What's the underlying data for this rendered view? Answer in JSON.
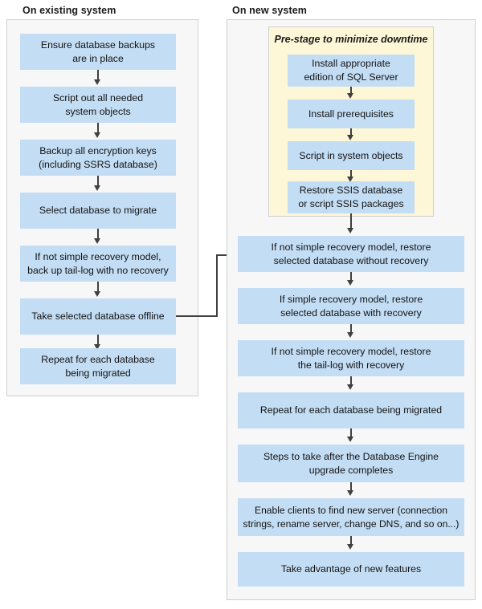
{
  "diagram": {
    "title_left": "On existing system",
    "title_right": "On new system",
    "colors": {
      "process_box": "#c3ddf4",
      "panel_background": "#f7f7f7",
      "panel_border": "#cfcfcf",
      "prestage_background": "#fdf7d7",
      "connector": "#404040",
      "text": "#131313"
    }
  },
  "existing_system": {
    "heading": "On existing system",
    "steps": [
      {
        "id": 1,
        "label": "Ensure database backups are in place"
      },
      {
        "id": 2,
        "label": "Script out all needed system objects"
      },
      {
        "id": 3,
        "label": "Backup all encryption keys (including SSRS database)"
      },
      {
        "id": 4,
        "label": "Select database to migrate"
      },
      {
        "id": 5,
        "label": "If not simple recovery model, back up tail-log with no recovery"
      },
      {
        "id": 6,
        "label": "Take selected database offline"
      },
      {
        "id": 7,
        "label": "Repeat for each database being migrated"
      }
    ],
    "step_lines": [
      [
        "Ensure database backups",
        "are in place"
      ],
      [
        "Script out all needed",
        "system objects"
      ],
      [
        "Backup all encryption keys",
        "(including SSRS database)"
      ],
      [
        "Select database to migrate"
      ],
      [
        "If not simple recovery model,",
        "back up tail-log with no recovery"
      ],
      [
        "Take selected database offline"
      ],
      [
        "Repeat for each database",
        "being migrated"
      ]
    ]
  },
  "new_system": {
    "heading": "On new system",
    "prestage": {
      "title": "Pre-stage to minimize downtime",
      "steps": [
        {
          "id": 1,
          "label": "Install appropriate edition of SQL Server"
        },
        {
          "id": 2,
          "label": "Install prerequisites"
        },
        {
          "id": 3,
          "label": "Script in system objects"
        },
        {
          "id": 4,
          "label": "Restore SSIS database or script SSIS packages"
        }
      ],
      "step_lines": [
        [
          "Install appropriate",
          "edition of SQL Server"
        ],
        [
          "Install prerequisites"
        ],
        [
          "Script in system objects"
        ],
        [
          "Restore SSIS database",
          "or script SSIS packages"
        ]
      ]
    },
    "steps": [
      {
        "id": 1,
        "label": "If not simple recovery model, restore selected database without recovery"
      },
      {
        "id": 2,
        "label": "If simple recovery model, restore selected database with recovery"
      },
      {
        "id": 3,
        "label": "If not simple recovery model, restore the tail-log with recovery"
      },
      {
        "id": 4,
        "label": "Repeat for each database being migrated"
      },
      {
        "id": 5,
        "label": "Steps to take after the Database Engine upgrade completes"
      },
      {
        "id": 6,
        "label": "Enable clients to find new server (connection strings, rename server, change DNS, and so on...)"
      },
      {
        "id": 7,
        "label": "Take advantage of new features"
      }
    ],
    "step_lines": [
      [
        "If not simple recovery model, restore",
        "selected database without recovery"
      ],
      [
        "If simple recovery model, restore",
        "selected database with recovery"
      ],
      [
        "If not simple recovery model, restore",
        "the tail-log with recovery"
      ],
      [
        "Repeat for each database being migrated"
      ],
      [
        "Steps to take after the Database Engine",
        "upgrade completes"
      ],
      [
        "Enable clients to find new server (connection",
        "strings, rename server, change DNS, and so on...)"
      ],
      [
        "Take advantage of new features"
      ]
    ]
  },
  "cross_connector": {
    "from": "Take selected database offline",
    "to": "If not simple recovery model, restore selected database without recovery",
    "label": ""
  }
}
